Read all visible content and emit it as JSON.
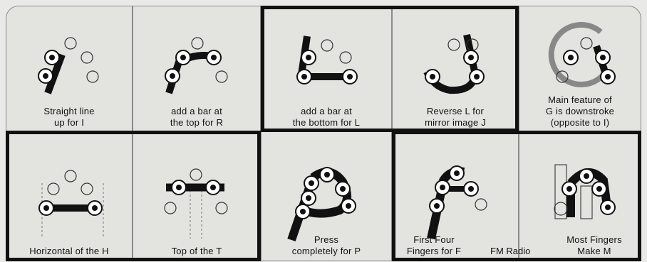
{
  "panels": [
    {
      "id": "p1",
      "lines": [
        "Straight line",
        "up for I"
      ]
    },
    {
      "id": "p2",
      "lines": [
        "add a bar at",
        "the top for R"
      ]
    },
    {
      "id": "p3",
      "lines": [
        "add a bar at",
        "the bottom for L"
      ]
    },
    {
      "id": "p4",
      "lines": [
        "Reverse L for",
        "mirror image J"
      ]
    },
    {
      "id": "p5",
      "lines": [
        "Main feature of",
        "G is downstroke",
        "(opposite to I)"
      ]
    },
    {
      "id": "p6",
      "lines": [
        "Horizontal of the H"
      ]
    },
    {
      "id": "p7",
      "lines": [
        "Top of the T"
      ]
    },
    {
      "id": "p8",
      "lines": [
        "Press",
        "completely for P"
      ]
    },
    {
      "id": "p9",
      "lines": [
        "First Four",
        "Fingers for F"
      ]
    },
    {
      "id": "p10",
      "lines": [
        "Most Fingers",
        "Make M"
      ]
    }
  ],
  "footer_label": "FM Radio",
  "colors": {
    "ink": "#111111",
    "paper": "#e3e3e0",
    "background": "#e9e9e7"
  }
}
